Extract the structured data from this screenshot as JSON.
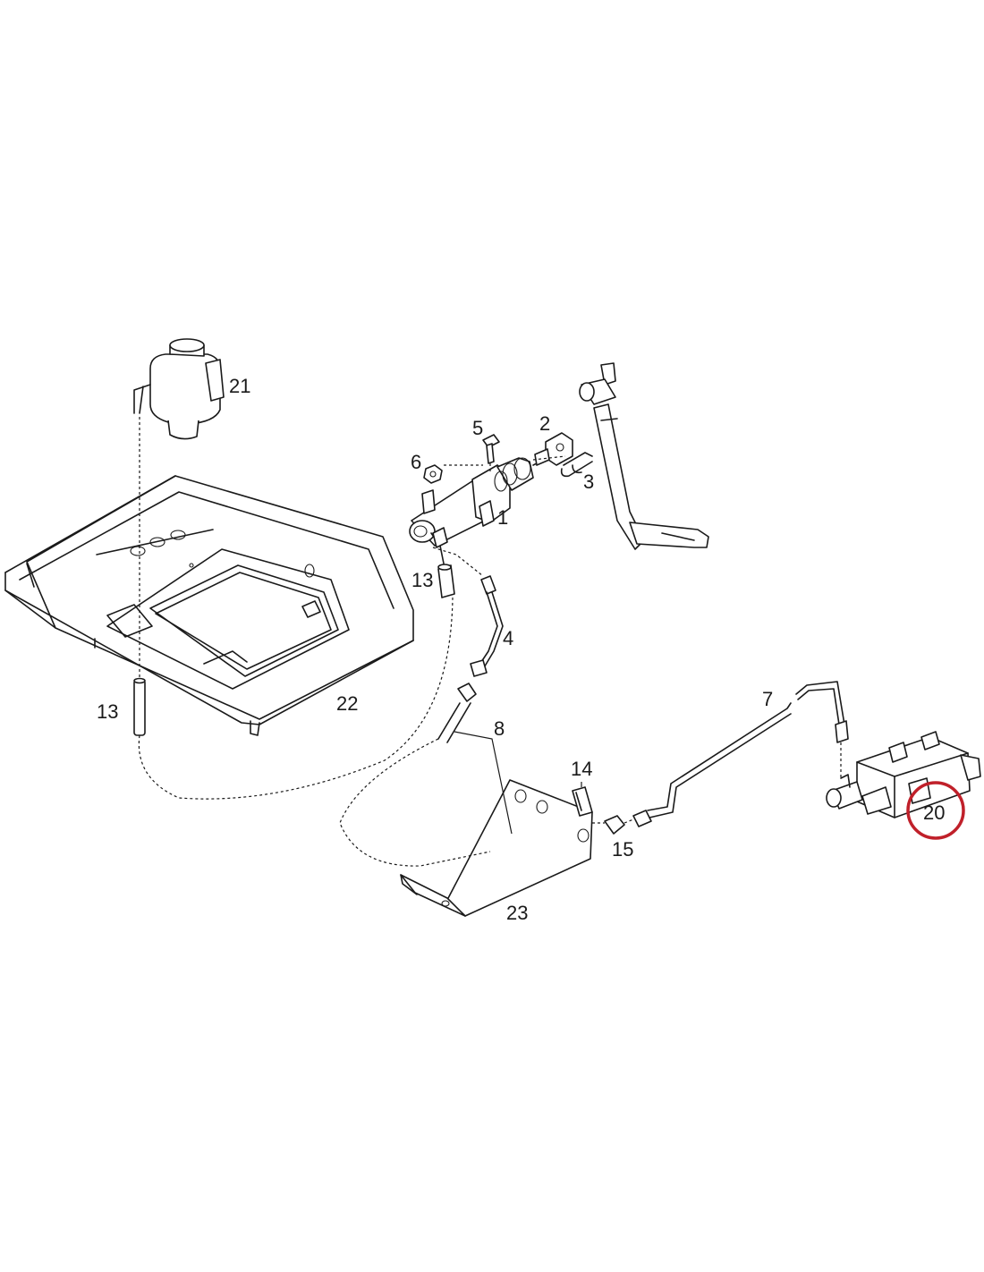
{
  "callouts": {
    "c1": "1",
    "c2": "2",
    "c3": "3",
    "c4": "4",
    "c5": "5",
    "c6": "6",
    "c7": "7",
    "c8": "8",
    "c13a": "13",
    "c13b": "13",
    "c14": "14",
    "c15": "15",
    "c20": "20",
    "c21": "21",
    "c22": "22",
    "c23": "23"
  },
  "highlight": {
    "part": "20",
    "color": "#c0202a"
  }
}
